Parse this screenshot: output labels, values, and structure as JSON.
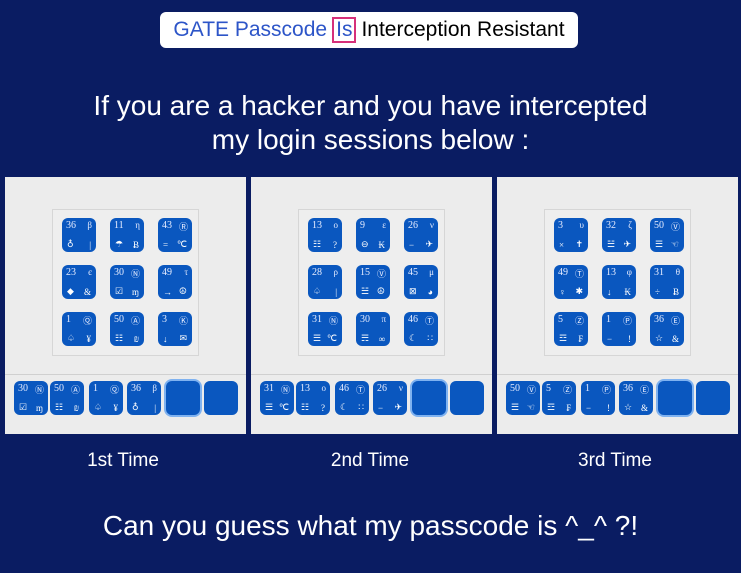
{
  "title": {
    "part1": "GATE Passcode",
    "part2": "Is",
    "part3": "Interception Resistant"
  },
  "headline": {
    "line1": "If you are a hacker and you have intercepted",
    "line2": "my login sessions below :"
  },
  "panels": [
    {
      "caption": "1st  Time",
      "grid": [
        {
          "num": "36",
          "sym": "β",
          "icon1": "♁",
          "icon2": "|"
        },
        {
          "num": "11",
          "sym": "η",
          "icon1": "☂",
          "icon2": "Ƀ"
        },
        {
          "num": "43",
          "sym": "Ⓡ",
          "icon1": "=",
          "icon2": "℃"
        },
        {
          "num": "23",
          "sym": "є",
          "icon1": "◆",
          "icon2": "&"
        },
        {
          "num": "30",
          "sym": "Ⓝ",
          "icon1": "☑",
          "icon2": "ɱ"
        },
        {
          "num": "49",
          "sym": "τ",
          "icon1": "→",
          "icon2": "☮"
        },
        {
          "num": "1",
          "sym": "Ⓠ",
          "icon1": "♤",
          "icon2": "¥"
        },
        {
          "num": "50",
          "sym": "Ⓐ",
          "icon1": "☷",
          "icon2": "₪"
        },
        {
          "num": "3",
          "sym": "Ⓚ",
          "icon1": "↓",
          "icon2": "✉"
        }
      ],
      "entered": [
        {
          "num": "30",
          "sym": "Ⓝ",
          "icon1": "☑",
          "icon2": "ɱ"
        },
        {
          "num": "50",
          "sym": "Ⓐ",
          "icon1": "☷",
          "icon2": "₪"
        },
        {
          "num": "1",
          "sym": "Ⓠ",
          "icon1": "♤",
          "icon2": "¥"
        },
        {
          "num": "36",
          "sym": "β",
          "icon1": "♁",
          "icon2": "|"
        }
      ]
    },
    {
      "caption": "2nd  Time",
      "grid": [
        {
          "num": "13",
          "sym": "ο",
          "icon1": "☷",
          "icon2": "?"
        },
        {
          "num": "9",
          "sym": "ε",
          "icon1": "⊖",
          "icon2": "₭"
        },
        {
          "num": "26",
          "sym": "ν",
          "icon1": "−",
          "icon2": "✈"
        },
        {
          "num": "28",
          "sym": "ρ",
          "icon1": "♤",
          "icon2": "|"
        },
        {
          "num": "15",
          "sym": "Ⓥ",
          "icon1": "☱",
          "icon2": "☮"
        },
        {
          "num": "45",
          "sym": "μ",
          "icon1": "⊠",
          "icon2": "◕"
        },
        {
          "num": "31",
          "sym": "Ⓝ",
          "icon1": "☰",
          "icon2": "℃"
        },
        {
          "num": "30",
          "sym": "π",
          "icon1": "☴",
          "icon2": "∞"
        },
        {
          "num": "46",
          "sym": "Ⓣ",
          "icon1": "☾",
          "icon2": "∷"
        }
      ],
      "entered": [
        {
          "num": "31",
          "sym": "Ⓝ",
          "icon1": "☰",
          "icon2": "℃"
        },
        {
          "num": "13",
          "sym": "ο",
          "icon1": "☷",
          "icon2": "?"
        },
        {
          "num": "46",
          "sym": "Ⓣ",
          "icon1": "☾",
          "icon2": "∷"
        },
        {
          "num": "26",
          "sym": "ν",
          "icon1": "−",
          "icon2": "✈"
        }
      ]
    },
    {
      "caption": "3rd  Time",
      "grid": [
        {
          "num": "3",
          "sym": "υ",
          "icon1": "×",
          "icon2": "✝"
        },
        {
          "num": "32",
          "sym": "ζ",
          "icon1": "☱",
          "icon2": "✈"
        },
        {
          "num": "50",
          "sym": "Ⓥ",
          "icon1": "☰",
          "icon2": "☜"
        },
        {
          "num": "49",
          "sym": "Ⓣ",
          "icon1": "♀",
          "icon2": "✱"
        },
        {
          "num": "13",
          "sym": "φ",
          "icon1": "↓",
          "icon2": "₭"
        },
        {
          "num": "31",
          "sym": "θ",
          "icon1": "÷",
          "icon2": "Ƀ"
        },
        {
          "num": "5",
          "sym": "Ⓩ",
          "icon1": "☲",
          "icon2": "₣"
        },
        {
          "num": "1",
          "sym": "Ⓟ",
          "icon1": "−",
          "icon2": "!"
        },
        {
          "num": "36",
          "sym": "Ⓔ",
          "icon1": "☆",
          "icon2": "&"
        }
      ],
      "entered": [
        {
          "num": "50",
          "sym": "Ⓥ",
          "icon1": "☰",
          "icon2": "☜"
        },
        {
          "num": "5",
          "sym": "Ⓩ",
          "icon1": "☲",
          "icon2": "₣"
        },
        {
          "num": "1",
          "sym": "Ⓟ",
          "icon1": "−",
          "icon2": "!"
        },
        {
          "num": "36",
          "sym": "Ⓔ",
          "icon1": "☆",
          "icon2": "&"
        }
      ]
    }
  ],
  "footer": "Can you guess what my passcode is  ^_^  ?!"
}
